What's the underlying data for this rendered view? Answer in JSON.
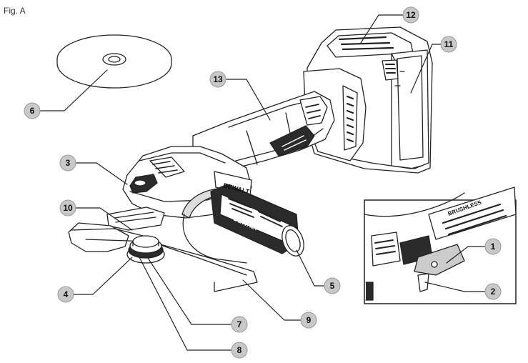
{
  "figure_label": "Fig. A",
  "brand_text": "DEWALT",
  "inset_brand_text": "BRUSHLESS",
  "callouts": [
    "1",
    "2",
    "3",
    "4",
    "5",
    "6",
    "7",
    "8",
    "9",
    "10",
    "11",
    "12",
    "13"
  ],
  "colors": {
    "line": "#222222",
    "callout_fill": "#c8c8c8",
    "guard_fill": "#dddddd",
    "housing_fill": "#ffffff",
    "grip_fill": "#2b2b2b"
  }
}
